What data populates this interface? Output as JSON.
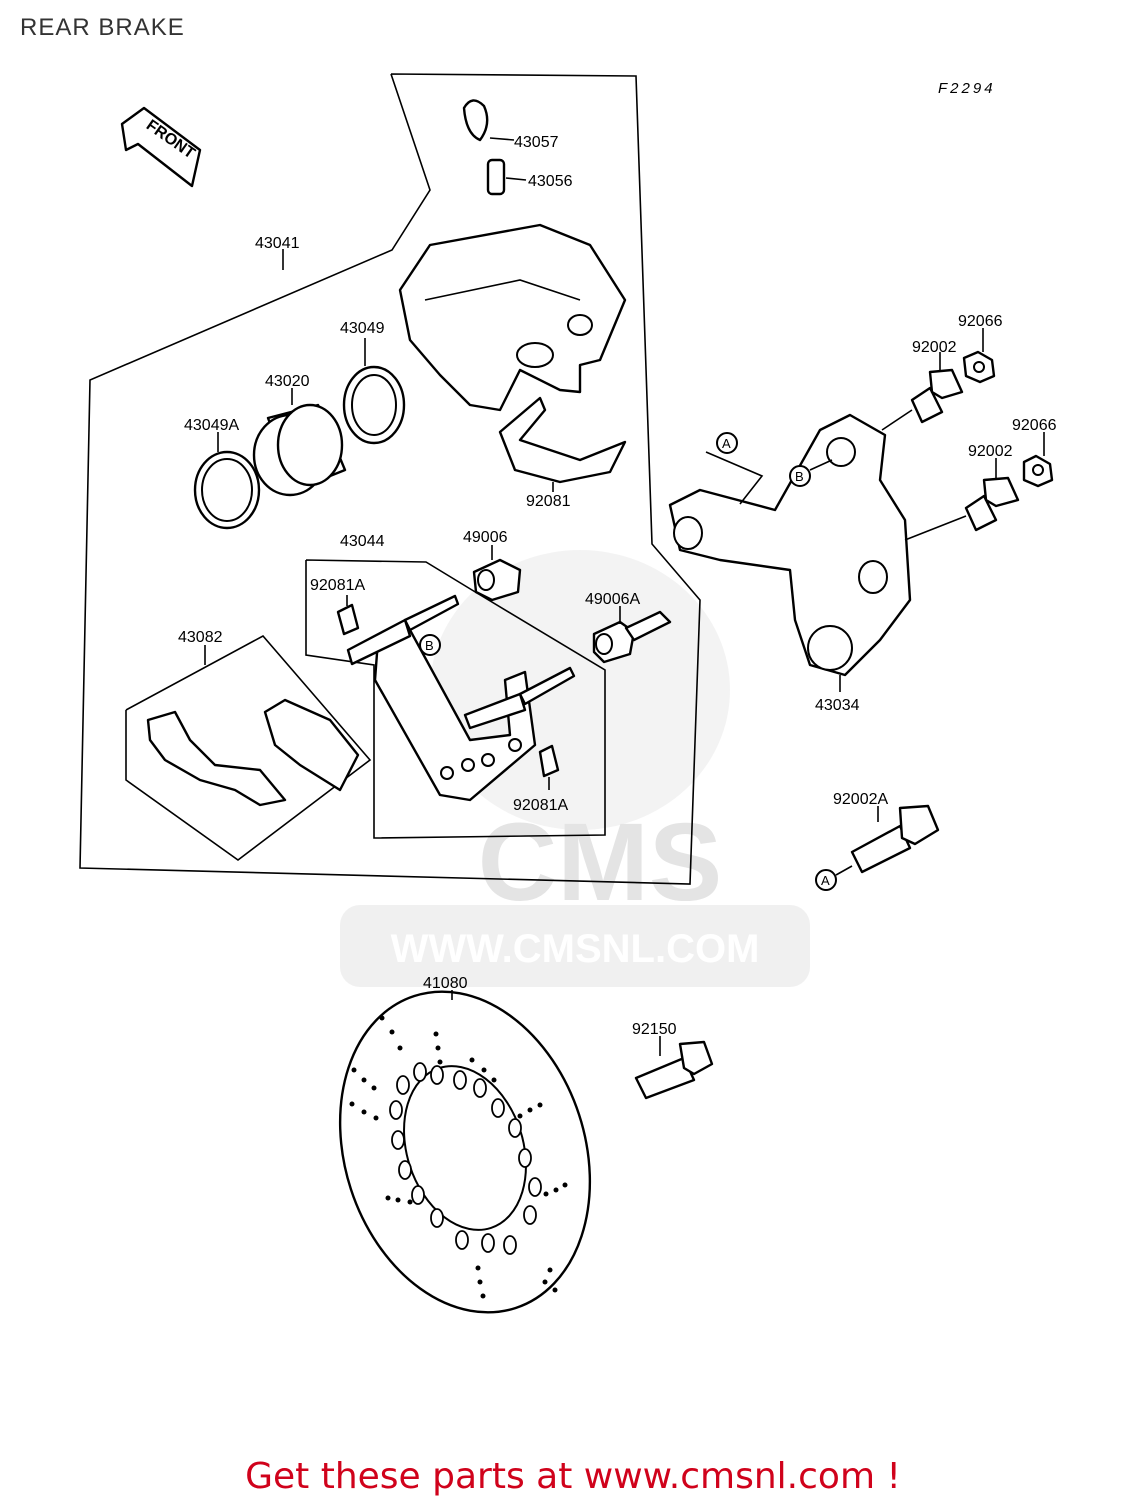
{
  "header": {
    "title": "REAR BRAKE"
  },
  "figure_code": "F2294",
  "front_arrow_label": "FRONT",
  "watermark": {
    "text": "WWW.CMSNL.COM",
    "logo_text": "CMS"
  },
  "callouts": {
    "A": "A",
    "B": "B"
  },
  "parts": {
    "p43057": "43057",
    "p43056": "43056",
    "p43041": "43041",
    "p43049": "43049",
    "p43020": "43020",
    "p43049A": "43049A",
    "p92081": "92081",
    "p43044": "43044",
    "p49006": "49006",
    "p92081A_top": "92081A",
    "p49006A": "49006A",
    "p43082": "43082",
    "p92081A_bottom": "92081A",
    "p92066_top": "92066",
    "p92002_top": "92002",
    "p92066_mid": "92066",
    "p92002_mid": "92002",
    "p43034": "43034",
    "p92002A": "92002A",
    "p41080": "41080",
    "p92150": "92150"
  },
  "footer": {
    "text": "Get these parts at www.cmsnl.com !"
  }
}
